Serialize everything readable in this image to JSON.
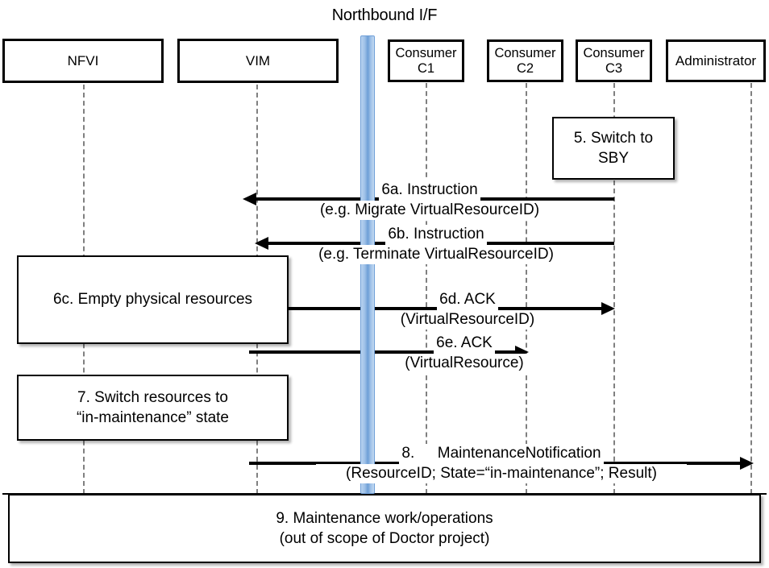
{
  "title": "Northbound I/F",
  "actors": [
    {
      "id": "nfvi",
      "label": "NFVI"
    },
    {
      "id": "vim",
      "label": "VIM"
    },
    {
      "id": "c1",
      "label": "Consumer\nC1",
      "line1": "Consumer",
      "line2": "C1"
    },
    {
      "id": "c2",
      "label": "Consumer\nC2",
      "line1": "Consumer",
      "line2": "C2"
    },
    {
      "id": "c3",
      "label": "Consumer\nC3",
      "line1": "Consumer",
      "line2": "C3"
    },
    {
      "id": "admin",
      "label": "Administrator"
    }
  ],
  "northbound_bar": {
    "name": "Northbound I/F",
    "color": "#7BA7DC"
  },
  "notes": [
    {
      "id": "note5",
      "line1": "5. Switch to",
      "line2": "SBY"
    },
    {
      "id": "note6c",
      "line1": "6c. Empty physical resources",
      "line2": ""
    },
    {
      "id": "note7",
      "line1": "7. Switch resources to",
      "line2": "“in-maintenance” state"
    },
    {
      "id": "note9",
      "line1": "9. Maintenance work/operations",
      "line2": "(out of scope of Doctor project)"
    }
  ],
  "messages": [
    {
      "id": "m6a",
      "line1": "6a. Instruction",
      "line2": "(e.g. Migrate VirtualResourceID)",
      "from": "Consumer C3",
      "to": "VIM",
      "direction": "left"
    },
    {
      "id": "m6b",
      "line1": "6b. Instruction",
      "line2": "(e.g. Terminate VirtualResourceID)",
      "from": "Consumer C3",
      "to": "VIM",
      "direction": "left"
    },
    {
      "id": "m6d",
      "line1": "6d. ACK",
      "line2": "(VirtualResourceID)",
      "from": "VIM",
      "to": "Consumer C3",
      "direction": "right"
    },
    {
      "id": "m6e",
      "line1": "6e. ACK",
      "line2": "(VirtualResource)",
      "from": "VIM",
      "to": "Consumer C2",
      "direction": "right"
    },
    {
      "id": "m8",
      "line1": "8.  MaintenanceNotification",
      "line2": "(ResourceID; State=“in-maintenance”; Result)",
      "from": "VIM",
      "to": "Administrator",
      "direction": "right"
    }
  ]
}
